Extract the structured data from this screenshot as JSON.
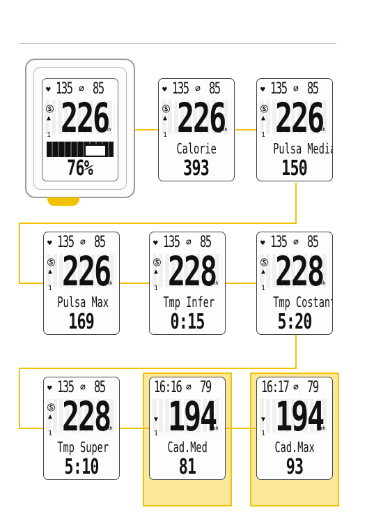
{
  "colors": {
    "accent": "#f2c200",
    "highlight": "#fbe79a",
    "lcd": "#111111"
  },
  "icons": {
    "heart": "heart-icon",
    "cadence": "cadence-icon",
    "s_mode": "s-mode-icon",
    "up_arrow": "up-arrow-icon",
    "down_arrow": "down-arrow-icon"
  },
  "unit": "kmh",
  "row1": {
    "device": {
      "top_left": "135",
      "top_right": "85",
      "speed": "226",
      "lane": "1",
      "value": "76%"
    },
    "s2": {
      "top_left": "135",
      "top_right": "85",
      "speed": "226",
      "lane": "1",
      "label": "Calorie",
      "value": "393"
    },
    "s3": {
      "top_left": "135",
      "top_right": "85",
      "speed": "226",
      "lane": "1",
      "label": "Pulsa Media",
      "value": "150"
    }
  },
  "row2": {
    "s1": {
      "top_left": "135",
      "top_right": "85",
      "speed": "226",
      "lane": "1",
      "label": "Pulsa Max",
      "value": "169"
    },
    "s2": {
      "top_left": "135",
      "top_right": "85",
      "speed": "228",
      "lane": "1",
      "label": "Tmp Infer",
      "value": "0:15"
    },
    "s3": {
      "top_left": "135",
      "top_right": "85",
      "speed": "228",
      "lane": "1",
      "label": "Tmp Costant",
      "value": "5:20"
    }
  },
  "row3": {
    "s1": {
      "top_left": "135",
      "top_right": "85",
      "speed": "228",
      "lane": "1",
      "label": "Tmp Super",
      "value": "5:10"
    },
    "s2": {
      "top_left": "16:16",
      "top_right": "79",
      "speed": "194",
      "lane": "1",
      "label": "Cad.Med",
      "value": "81"
    },
    "s3": {
      "top_left": "16:17",
      "top_right": "79",
      "speed": "194",
      "lane": "1",
      "label": "Cad.Max",
      "value": "93"
    }
  }
}
